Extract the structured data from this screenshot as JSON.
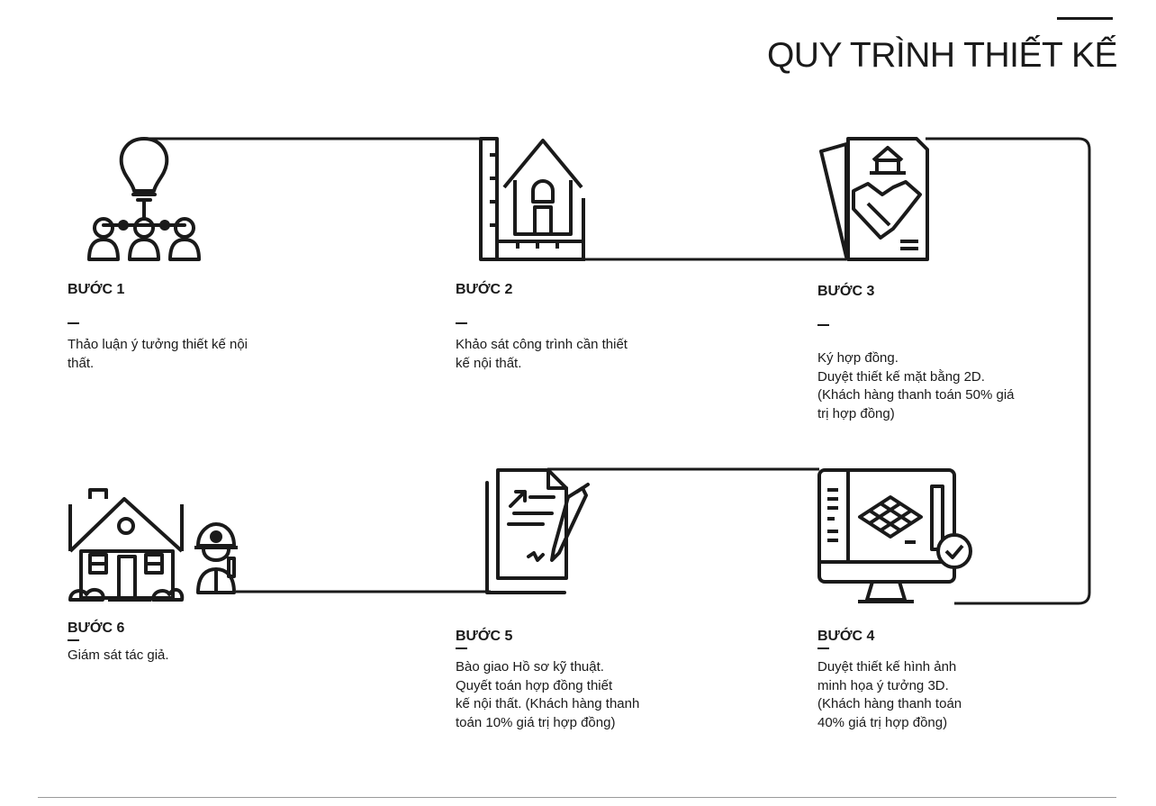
{
  "page": {
    "title": "QUY TRÌNH THIẾT KẾ"
  },
  "steps": [
    {
      "label": "BƯỚC 1",
      "text": "Thảo luận ý tưởng thiết kế nội\nthất.",
      "icon": "idea-meeting-icon"
    },
    {
      "label": "BƯỚC 2",
      "text": "Khảo sát công trình cần thiết\nkế nội thất.",
      "icon": "house-blueprint-icon"
    },
    {
      "label": "BƯỚC 3",
      "text": "Ký hợp đồng.\nDuyệt thiết kế mặt bằng 2D.\n(Khách hàng thanh toán 50% giá\ntrị hợp đồng)",
      "icon": "contract-handshake-icon"
    },
    {
      "label": "BƯỚC 4",
      "text": "Duyệt thiết kế hình ảnh\nminh họa ý tưởng 3D.\n(Khách hàng thanh toán\n40% giá trị hợp đồng)",
      "icon": "monitor-3d-check-icon"
    },
    {
      "label": "BƯỚC 5",
      "text": "Bào giao Hồ sơ kỹ thuật.\nQuyết toán hợp đồng thiết\nkế nội thất. (Khách hàng thanh\ntoán 10% giá trị hợp đồng)",
      "icon": "document-signing-icon"
    },
    {
      "label": "BƯỚC 6",
      "text": "Giám sát tác giả.",
      "icon": "house-engineer-icon"
    }
  ]
}
